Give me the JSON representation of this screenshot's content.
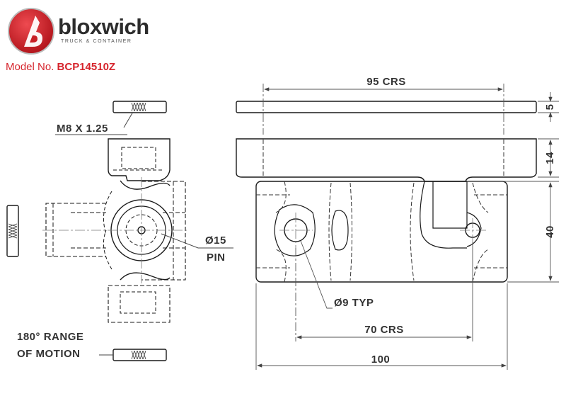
{
  "header": {
    "brand_name": "bloxwich",
    "tagline": "TRUCK & CONTAINER",
    "model_label": "Model No.",
    "model_number": "BCP14510Z",
    "logo_letter": "b",
    "colors": {
      "brand_red": "#d6252d",
      "text_dark": "#2c2c2c",
      "line": "#1a1a1a",
      "dim_line": "#555555"
    }
  },
  "drawing": {
    "side_view": {
      "thread_callout": "M8 X 1.25",
      "pin_dia": "Ø15",
      "pin_label": "PIN",
      "range_line1": "180° RANGE",
      "range_line2": "OF MOTION"
    },
    "front_view": {
      "dim_crs_top": "95 CRS",
      "dim_thickness_top": "5",
      "dim_thickness_leaf": "14",
      "dim_height": "40",
      "dim_hole": "Ø9 TYP",
      "dim_crs_bottom": "70 CRS",
      "dim_overall": "100"
    }
  }
}
